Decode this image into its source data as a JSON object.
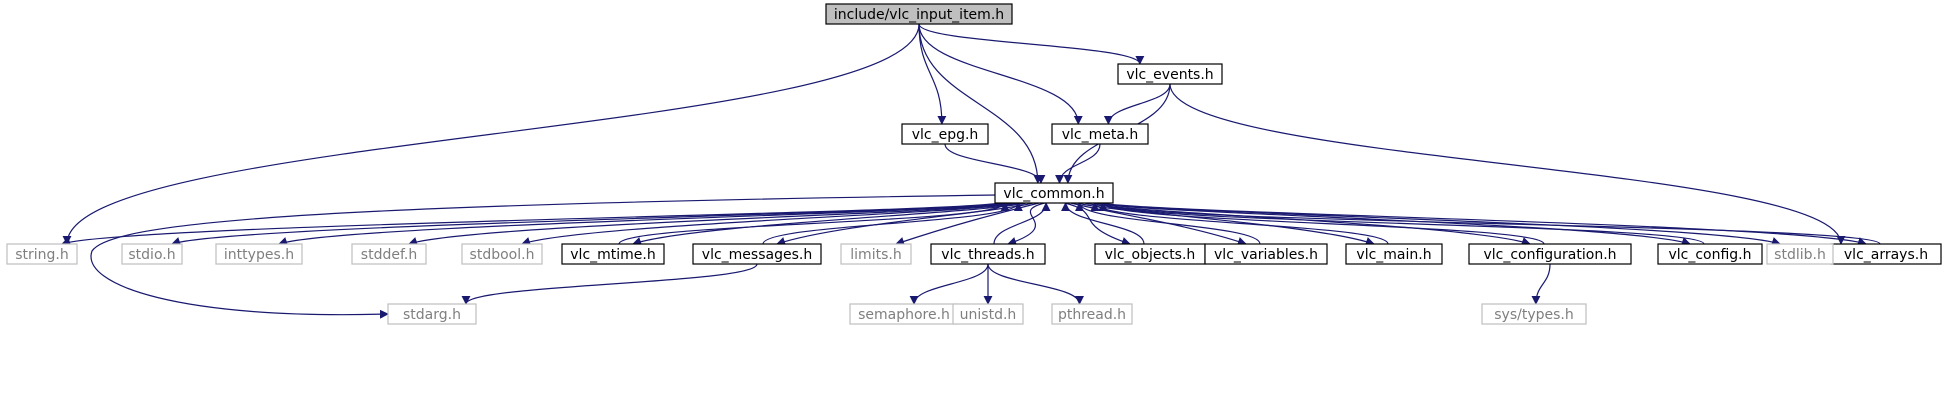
{
  "colors": {
    "edge": "#191970",
    "root_fill": "#bfbfbf",
    "linked_border": "#000000",
    "unlinked_border": "#bfbfbf",
    "unlinked_text": "#7f7f7f",
    "text": "#000000"
  },
  "nodes": [
    {
      "id": "root",
      "label": "include/vlc_input_item.h",
      "kind": "root"
    },
    {
      "id": "string",
      "label": "string.h",
      "kind": "system"
    },
    {
      "id": "epg",
      "label": "vlc_epg.h",
      "kind": "linked"
    },
    {
      "id": "common",
      "label": "vlc_common.h",
      "kind": "linked"
    },
    {
      "id": "meta",
      "label": "vlc_meta.h",
      "kind": "linked"
    },
    {
      "id": "events",
      "label": "vlc_events.h",
      "kind": "linked"
    },
    {
      "id": "arrays",
      "label": "vlc_arrays.h",
      "kind": "linked"
    },
    {
      "id": "stdarg",
      "label": "stdarg.h",
      "kind": "system"
    },
    {
      "id": "stdio",
      "label": "stdio.h",
      "kind": "system"
    },
    {
      "id": "inttypes",
      "label": "inttypes.h",
      "kind": "system"
    },
    {
      "id": "stddef",
      "label": "stddef.h",
      "kind": "system"
    },
    {
      "id": "stdbool",
      "label": "stdbool.h",
      "kind": "system"
    },
    {
      "id": "mtime",
      "label": "vlc_mtime.h",
      "kind": "linked"
    },
    {
      "id": "messages",
      "label": "vlc_messages.h",
      "kind": "linked"
    },
    {
      "id": "limits",
      "label": "limits.h",
      "kind": "system"
    },
    {
      "id": "threads",
      "label": "vlc_threads.h",
      "kind": "linked"
    },
    {
      "id": "objects",
      "label": "vlc_objects.h",
      "kind": "linked"
    },
    {
      "id": "variables",
      "label": "vlc_variables.h",
      "kind": "linked"
    },
    {
      "id": "main",
      "label": "vlc_main.h",
      "kind": "linked"
    },
    {
      "id": "configuration",
      "label": "vlc_configuration.h",
      "kind": "linked"
    },
    {
      "id": "config",
      "label": "vlc_config.h",
      "kind": "linked"
    },
    {
      "id": "stdlib",
      "label": "stdlib.h",
      "kind": "system"
    },
    {
      "id": "semaphore",
      "label": "semaphore.h",
      "kind": "system"
    },
    {
      "id": "unistd",
      "label": "unistd.h",
      "kind": "system"
    },
    {
      "id": "pthread",
      "label": "pthread.h",
      "kind": "system"
    },
    {
      "id": "systypes",
      "label": "sys/types.h",
      "kind": "system"
    }
  ],
  "edges": [
    {
      "from": "root",
      "to": "string"
    },
    {
      "from": "root",
      "to": "epg"
    },
    {
      "from": "root",
      "to": "common"
    },
    {
      "from": "root",
      "to": "meta"
    },
    {
      "from": "root",
      "to": "events"
    },
    {
      "from": "epg",
      "to": "common"
    },
    {
      "from": "meta",
      "to": "common"
    },
    {
      "from": "events",
      "to": "meta"
    },
    {
      "from": "events",
      "to": "common"
    },
    {
      "from": "events",
      "to": "arrays"
    },
    {
      "from": "common",
      "to": "string"
    },
    {
      "from": "common",
      "to": "stdarg"
    },
    {
      "from": "common",
      "to": "stdio"
    },
    {
      "from": "common",
      "to": "inttypes"
    },
    {
      "from": "common",
      "to": "stddef"
    },
    {
      "from": "common",
      "to": "stdbool"
    },
    {
      "from": "common",
      "to": "mtime"
    },
    {
      "from": "common",
      "to": "messages"
    },
    {
      "from": "common",
      "to": "limits"
    },
    {
      "from": "common",
      "to": "threads"
    },
    {
      "from": "common",
      "to": "objects"
    },
    {
      "from": "common",
      "to": "variables"
    },
    {
      "from": "common",
      "to": "main"
    },
    {
      "from": "common",
      "to": "configuration"
    },
    {
      "from": "common",
      "to": "config"
    },
    {
      "from": "common",
      "to": "stdlib"
    },
    {
      "from": "common",
      "to": "arrays"
    },
    {
      "from": "mtime",
      "to": "common"
    },
    {
      "from": "messages",
      "to": "common"
    },
    {
      "from": "messages",
      "to": "stdarg"
    },
    {
      "from": "threads",
      "to": "common"
    },
    {
      "from": "threads",
      "to": "semaphore"
    },
    {
      "from": "threads",
      "to": "unistd"
    },
    {
      "from": "threads",
      "to": "pthread"
    },
    {
      "from": "objects",
      "to": "common"
    },
    {
      "from": "variables",
      "to": "common"
    },
    {
      "from": "main",
      "to": "common"
    },
    {
      "from": "configuration",
      "to": "common"
    },
    {
      "from": "configuration",
      "to": "systypes"
    },
    {
      "from": "config",
      "to": "common"
    },
    {
      "from": "arrays",
      "to": "common"
    }
  ]
}
